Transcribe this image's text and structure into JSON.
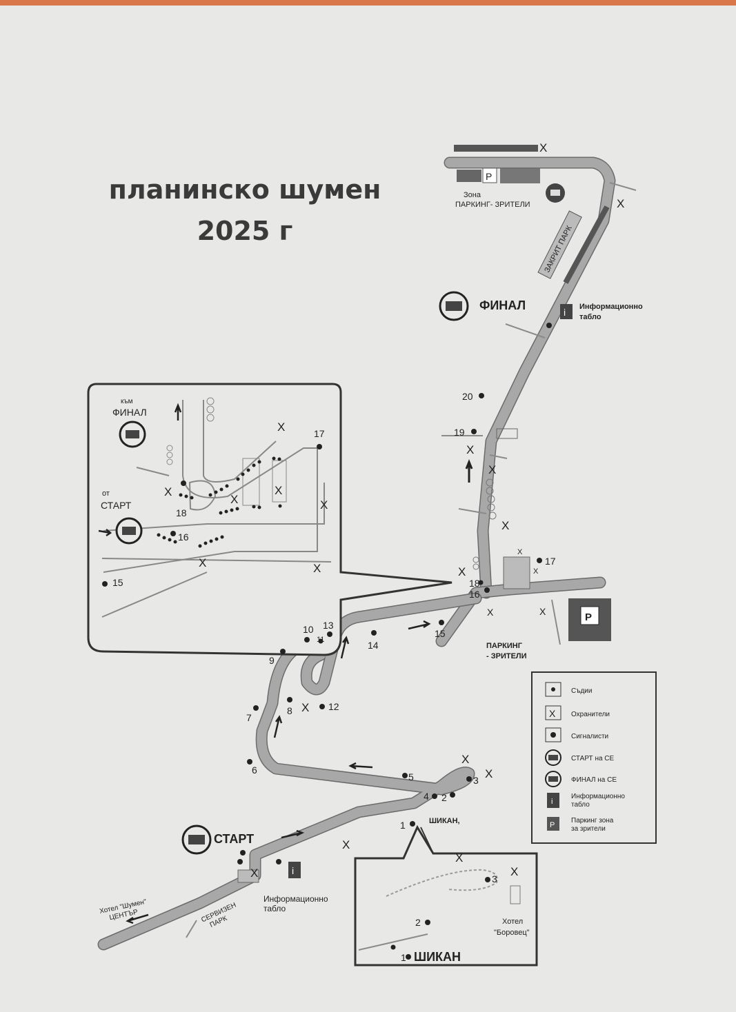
{
  "title": {
    "line1": "планинско шумен",
    "line2": "2025 г"
  },
  "labels": {
    "finish": "ФИНАЛ",
    "start": "СТАРТ",
    "info_board_line1": "Информационно",
    "info_board_line2": "табло",
    "parking_zone_line1": "Зона",
    "parking_zone_line2": "ПАРКИНГ- ЗРИТЕЛИ",
    "parking_spectators_line1": "ПАРКИНГ",
    "parking_spectators_line2": "- ЗРИТЕЛИ",
    "closed_park": "ЗАКРИТ ПАРК",
    "service_park_line1": "СЕРВИЗЕН",
    "service_park_line2": "ПАРК",
    "hotel_shumen_line1": "Хотел \"Шумен\"",
    "hotel_shumen_line2": "ЦЕНТЪР",
    "hotel_borovets_line1": "Хотел",
    "hotel_borovets_line2": "\"Боровец\"",
    "chicane": "ШИКАН",
    "chicane_small": "ШИКАН,",
    "inset_to_finish_line1": "към",
    "inset_to_finish_line2": "ФИНАЛ",
    "inset_from_start_line1": "от",
    "inset_from_start_line2": "СТАРТ",
    "parking_letter": "P",
    "info_letter": "i"
  },
  "marshal_points": [
    "1",
    "2",
    "3",
    "4",
    "5",
    "6",
    "7",
    "8",
    "9",
    "10",
    "11",
    "12",
    "13",
    "14",
    "15",
    "16",
    "17",
    "18",
    "19",
    "20"
  ],
  "inset_points": [
    "15",
    "16",
    "17",
    "18"
  ],
  "chicane_points": [
    "1",
    "2",
    "3"
  ],
  "guard_mark": "X",
  "legend": {
    "items": [
      {
        "icon": "judge-icon",
        "label": "Съдии"
      },
      {
        "icon": "guard-icon",
        "label": "Охранители"
      },
      {
        "icon": "signal-marshal-icon",
        "label": "Сигналисти"
      },
      {
        "icon": "start-flag-icon",
        "label": "СТАРТ на СЕ"
      },
      {
        "icon": "finish-flag-icon",
        "label": "ФИНАЛ на СЕ"
      },
      {
        "icon": "info-board-icon",
        "label_line1": "Информационно",
        "label_line2": "табло"
      },
      {
        "icon": "parking-icon",
        "label_line1": "Паркинг зона",
        "label_line2": "за зрители"
      }
    ]
  },
  "colors": {
    "road": "#a8a8a8",
    "ink": "#222222",
    "paper": "#e8e9e7",
    "dark_block": "#555555"
  }
}
